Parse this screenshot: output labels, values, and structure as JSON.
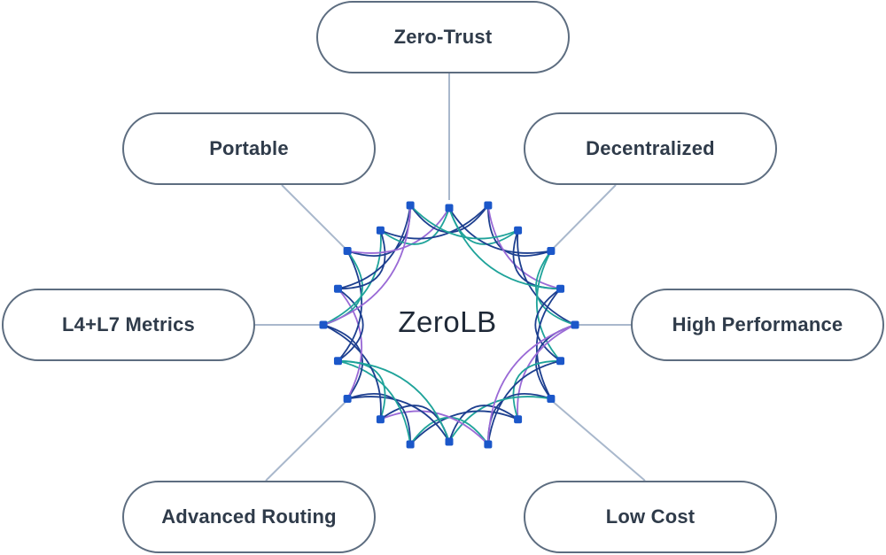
{
  "center": {
    "label": "ZeroLB"
  },
  "features": [
    {
      "id": "zero-trust",
      "label": "Zero-Trust"
    },
    {
      "id": "portable",
      "label": "Portable"
    },
    {
      "id": "decentralized",
      "label": "Decentralized"
    },
    {
      "id": "l4-l7-metrics",
      "label": "L4+L7 Metrics"
    },
    {
      "id": "high-performance",
      "label": "High Performance"
    },
    {
      "id": "advanced-routing",
      "label": "Advanced Routing"
    },
    {
      "id": "low-cost",
      "label": "Low Cost"
    }
  ],
  "colors": {
    "pill_border": "#5d6d80",
    "connector": "#a9b8cc",
    "node": "#1b57c9",
    "arc_navy": "#1d3f8f",
    "arc_teal": "#1fa39a",
    "arc_purple": "#9a6ad6",
    "text": "#2f3b4a"
  }
}
